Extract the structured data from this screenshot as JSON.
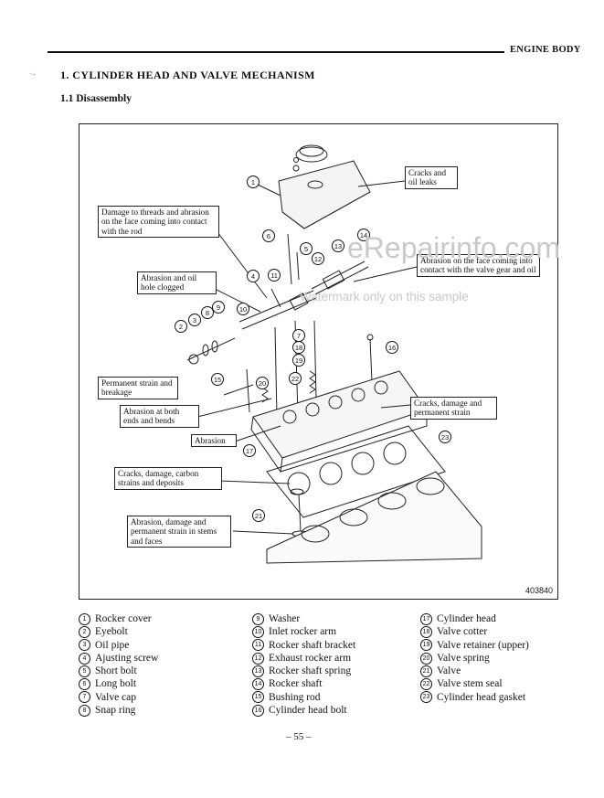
{
  "header": {
    "section_label": "ENGINE BODY",
    "tick_mark": "·‐"
  },
  "section": {
    "title": "1.  CYLINDER HEAD AND VALVE MECHANISM",
    "subtitle": "1.1  Disassembly"
  },
  "figure": {
    "id": "403840",
    "callouts": [
      "Cracks and oil leaks",
      "Damage to threads and abrasion on the face coming into contact with the rod",
      "Abrasion on the face coming into contact with the valve gear and oil",
      "Abrasion and oil hole clogged",
      "Permanent strain and breakage",
      "Abrasion at both ends and bends",
      "Cracks, damage and permanent strain",
      "Abrasion",
      "Cracks, damage, carbon strains and deposits",
      "Abrasion, damage and permanent strain in stems and faces"
    ],
    "markers": [
      "1",
      "2",
      "3",
      "4",
      "5",
      "6",
      "7",
      "8",
      "9",
      "10",
      "11",
      "12",
      "13",
      "14",
      "15",
      "16",
      "17",
      "18",
      "19",
      "20",
      "21",
      "22",
      "23"
    ]
  },
  "watermark": {
    "line1": "eRepairinfo.com",
    "line2": "Watermark only on this sample"
  },
  "parts": [
    {
      "n": "1",
      "label": "Rocker cover"
    },
    {
      "n": "2",
      "label": "Eyebolt"
    },
    {
      "n": "3",
      "label": "Oil pipe"
    },
    {
      "n": "4",
      "label": "Ajusting screw"
    },
    {
      "n": "5",
      "label": "Short bolt"
    },
    {
      "n": "6",
      "label": "Long bolt"
    },
    {
      "n": "7",
      "label": "Valve cap"
    },
    {
      "n": "8",
      "label": "Snap ring"
    },
    {
      "n": "9",
      "label": "Washer"
    },
    {
      "n": "10",
      "label": "Inlet rocker arm"
    },
    {
      "n": "11",
      "label": "Rocker shaft bracket"
    },
    {
      "n": "12",
      "label": "Exhaust rocker arm"
    },
    {
      "n": "13",
      "label": "Rocker shaft spring"
    },
    {
      "n": "14",
      "label": "Rocker shaft"
    },
    {
      "n": "15",
      "label": "Bushing rod"
    },
    {
      "n": "16",
      "label": "Cylinder head bolt"
    },
    {
      "n": "17",
      "label": "Cylinder head"
    },
    {
      "n": "18",
      "label": "Valve cotter"
    },
    {
      "n": "19",
      "label": "Valve retainer (upper)"
    },
    {
      "n": "20",
      "label": "Valve spring"
    },
    {
      "n": "21",
      "label": "Valve"
    },
    {
      "n": "22",
      "label": "Valve stem seal"
    },
    {
      "n": "23",
      "label": "Cylinder head gasket"
    }
  ],
  "page": {
    "number": "– 55 –"
  }
}
